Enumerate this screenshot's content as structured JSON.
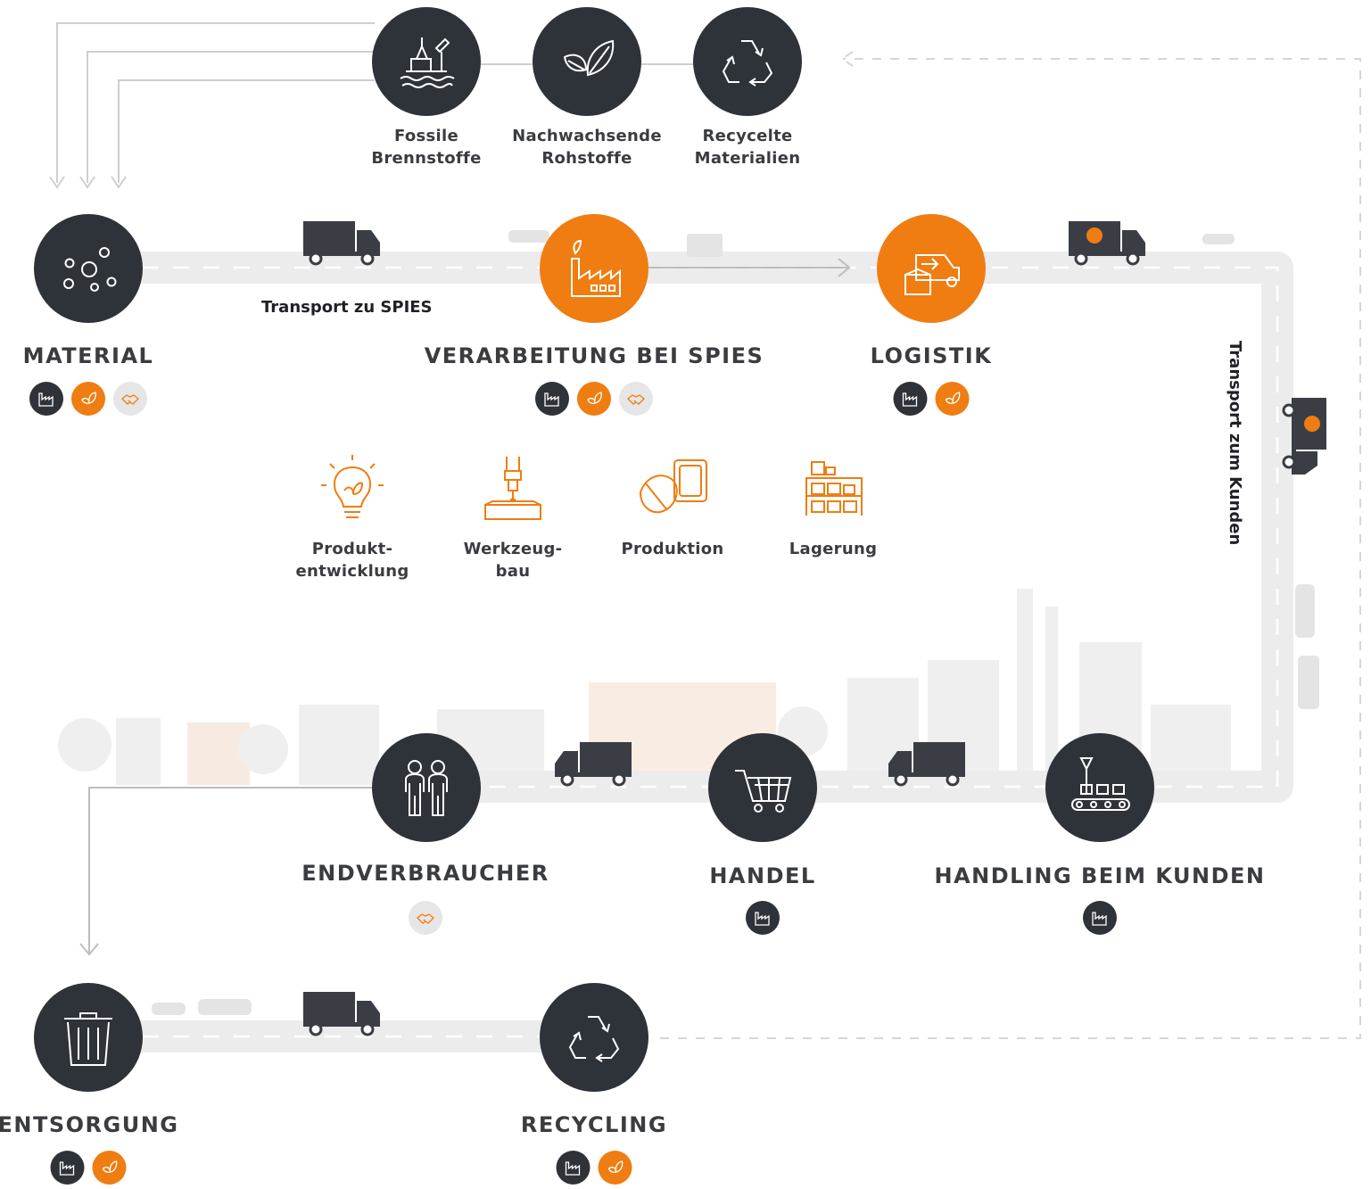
{
  "sources": [
    {
      "label": "Fossile\nBrennstoffe",
      "icon": "oil-rig-icon"
    },
    {
      "label": "Nachwachsende\nRohstoffe",
      "icon": "leaves-icon"
    },
    {
      "label": "Recycelte\nMaterialien",
      "icon": "recycle-arrows-icon"
    }
  ],
  "stages": [
    {
      "id": "material",
      "title": "MATERIAL",
      "icon": "particles-icon",
      "badges": [
        "factory",
        "leaf",
        "handshake"
      ]
    },
    {
      "id": "verarbeitung",
      "title": "VERARBEITUNG BEI SPIES",
      "icon": "factory-icon",
      "badges": [
        "factory",
        "leaf",
        "handshake"
      ]
    },
    {
      "id": "logistik",
      "title": "LOGISTIK",
      "icon": "delivery-van-icon",
      "badges": [
        "factory",
        "leaf"
      ]
    },
    {
      "id": "handling",
      "title": "HANDLING BEIM KUNDEN",
      "icon": "conveyor-icon",
      "badges": [
        "factory"
      ]
    },
    {
      "id": "handel",
      "title": "HANDEL",
      "icon": "shopping-cart-icon",
      "badges": [
        "factory"
      ]
    },
    {
      "id": "endverbraucher",
      "title": "ENDVERBRAUCHER",
      "icon": "people-icon",
      "badges": [
        "handshake"
      ]
    },
    {
      "id": "entsorgung",
      "title": "ENTSORGUNG",
      "icon": "trash-can-icon",
      "badges": [
        "factory",
        "leaf"
      ]
    },
    {
      "id": "recycling",
      "title": "RECYCLING",
      "icon": "recycle-icon",
      "badges": [
        "factory",
        "leaf"
      ]
    }
  ],
  "sub_steps": [
    {
      "label": "Produkt-\nentwicklung",
      "icon": "lightbulb-icon"
    },
    {
      "label": "Werkzeug-\nbau",
      "icon": "tool-press-icon"
    },
    {
      "label": "Produktion",
      "icon": "injection-mold-icon"
    },
    {
      "label": "Lagerung",
      "icon": "warehouse-shelf-icon"
    }
  ],
  "routes": {
    "to_spies": "Transport zu SPIES",
    "to_customer": "Transport zum Kunden"
  },
  "colors": {
    "dark": "#2e3239",
    "orange": "#ef7d11",
    "road": "#ececec",
    "light_badge": "#e6e6e6"
  }
}
